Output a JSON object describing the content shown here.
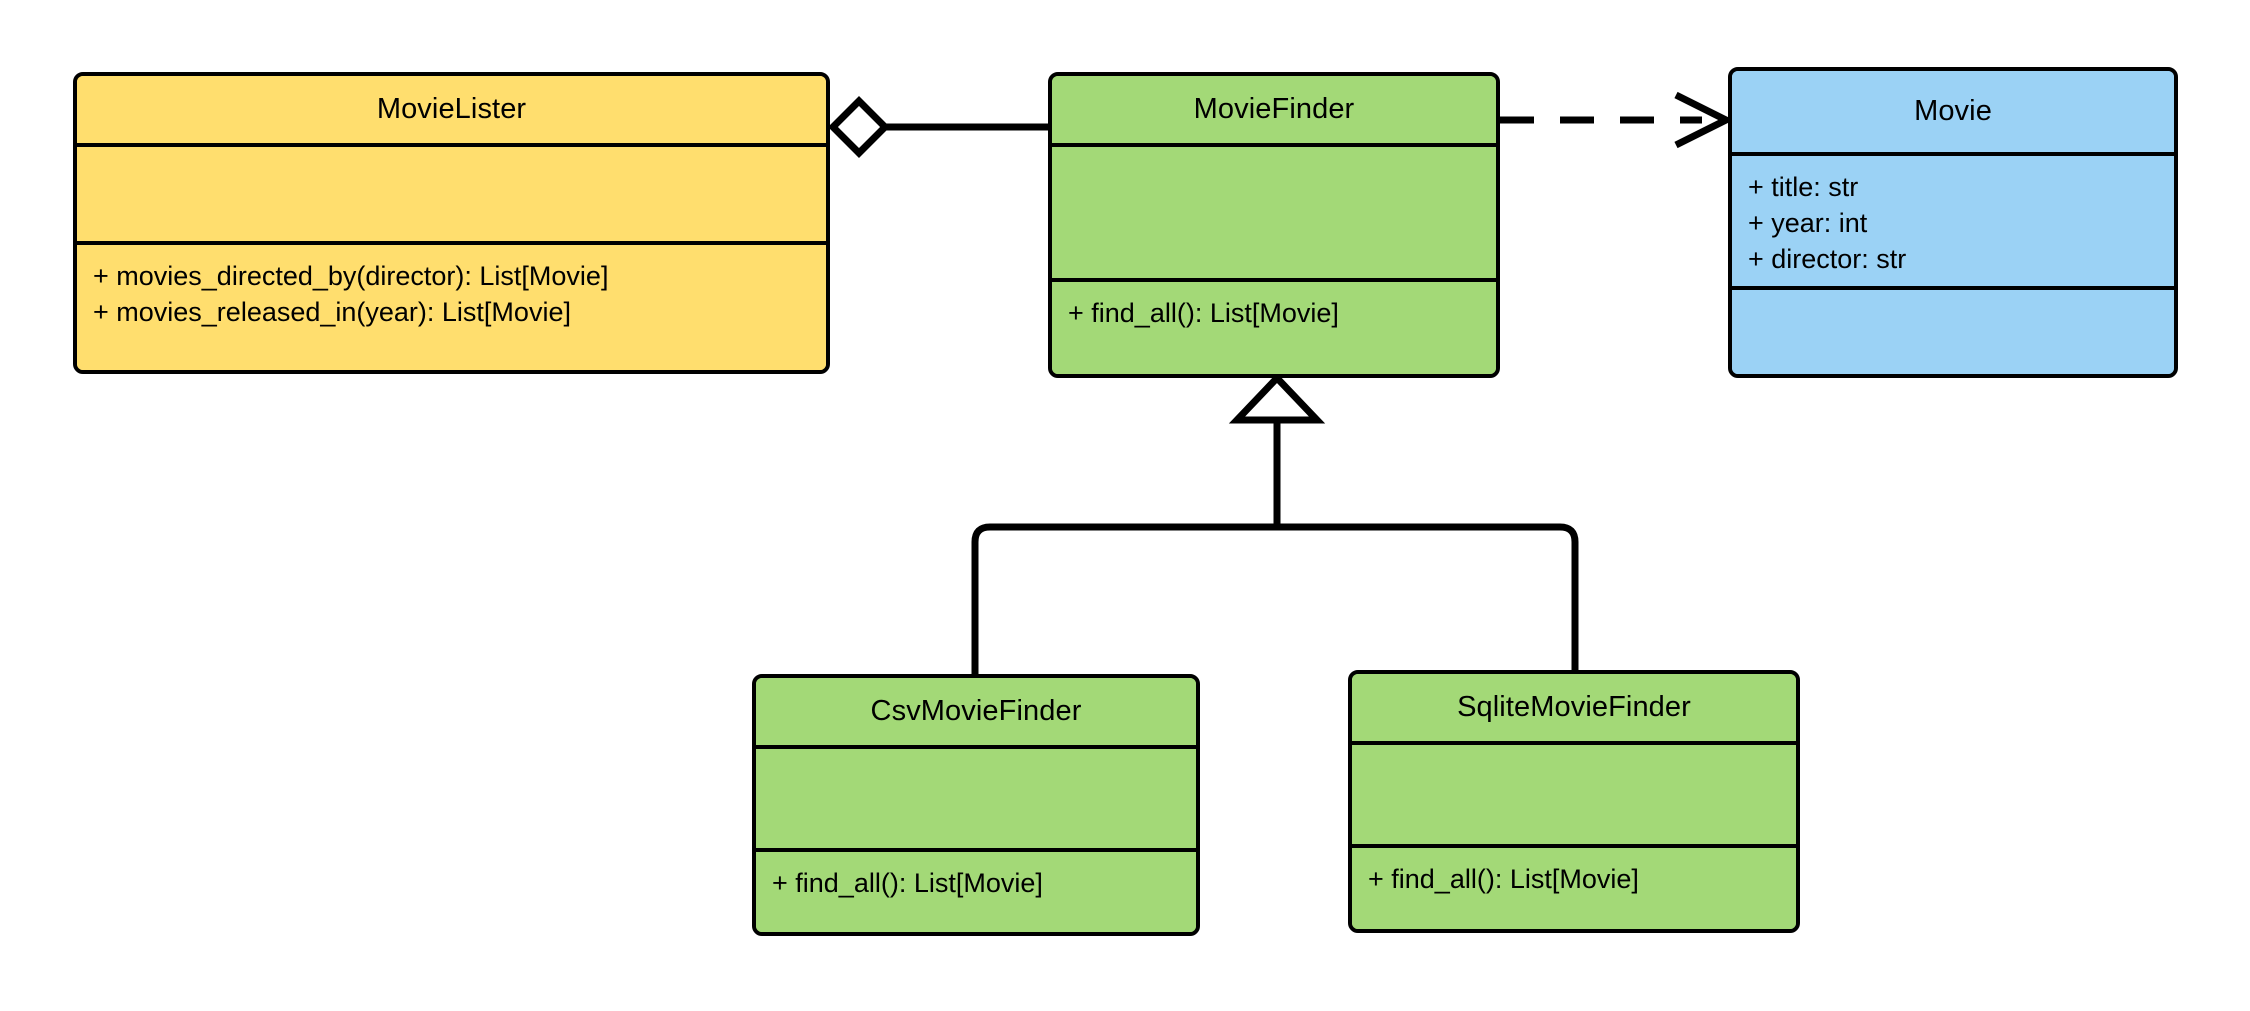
{
  "diagram": {
    "type": "uml-class-diagram",
    "background": "#FFFFFF",
    "stroke": "#000000",
    "colors": {
      "lister_fill": "#FFDE6E",
      "finder_fill": "#A3D977",
      "movie_fill": "#9BD2F5",
      "line": "#000000"
    }
  },
  "classes": {
    "movie_lister": {
      "name": "MovieLister",
      "fill": "#FFDE6E",
      "attributes": [],
      "methods": [
        "+ movies_directed_by(director): List[Movie]",
        "+ movies_released_in(year): List[Movie]"
      ]
    },
    "movie_finder": {
      "name": "MovieFinder",
      "fill": "#A3D977",
      "attributes": [],
      "methods": [
        "+ find_all(): List[Movie]"
      ]
    },
    "movie": {
      "name": "Movie",
      "fill": "#9BD2F5",
      "attributes": [
        "+ title: str",
        "+ year: int",
        "+ director: str"
      ],
      "methods": []
    },
    "csv_movie_finder": {
      "name": "CsvMovieFinder",
      "fill": "#A3D977",
      "attributes": [],
      "methods": [
        "+ find_all(): List[Movie]"
      ]
    },
    "sqlite_movie_finder": {
      "name": "SqliteMovieFinder",
      "fill": "#A3D977",
      "attributes": [],
      "methods": [
        "+ find_all(): List[Movie]"
      ]
    }
  },
  "relationships": [
    {
      "id": "lister-aggregates-finder",
      "kind": "aggregation",
      "source": "MovieLister",
      "target": "MovieFinder",
      "marker": "hollow-diamond",
      "line": "solid"
    },
    {
      "id": "finder-depends-movie",
      "kind": "dependency",
      "source": "MovieFinder",
      "target": "Movie",
      "marker": "open-arrow",
      "line": "dashed"
    },
    {
      "id": "csv-inherits-finder",
      "kind": "generalization",
      "source": "CsvMovieFinder",
      "target": "MovieFinder",
      "marker": "hollow-triangle",
      "line": "solid"
    },
    {
      "id": "sqlite-inherits-finder",
      "kind": "generalization",
      "source": "SqliteMovieFinder",
      "target": "MovieFinder",
      "marker": "hollow-triangle",
      "line": "solid"
    }
  ]
}
